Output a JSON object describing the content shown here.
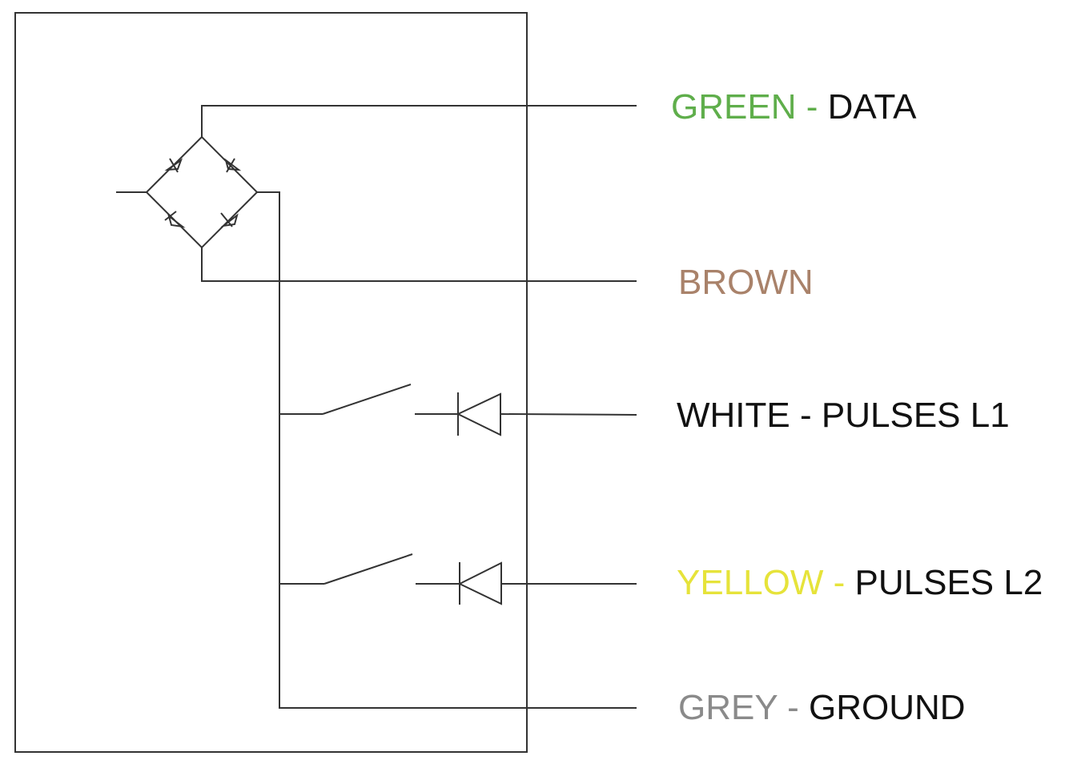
{
  "colors": {
    "line": "#333333",
    "green": "#5fae4b",
    "brown": "#a9826a",
    "white_wire": "#111111",
    "yellow": "#e6e33a",
    "grey": "#8a8a8a",
    "black": "#111111"
  },
  "wires": [
    {
      "id": "green",
      "color_name": "GREEN",
      "color_key": "green",
      "separator": " - ",
      "function": "DATA"
    },
    {
      "id": "brown",
      "color_name": "BROWN",
      "color_key": "brown",
      "separator": "",
      "function": ""
    },
    {
      "id": "white",
      "color_name": "WHITE",
      "color_key": "white_wire",
      "separator": " - ",
      "function": "PULSES L1"
    },
    {
      "id": "yellow",
      "color_name": "YELLOW",
      "color_key": "yellow",
      "separator": " - ",
      "function": "PULSES L2"
    },
    {
      "id": "grey",
      "color_name": "GREY",
      "color_key": "grey",
      "separator": " - ",
      "function": "GROUND"
    }
  ]
}
